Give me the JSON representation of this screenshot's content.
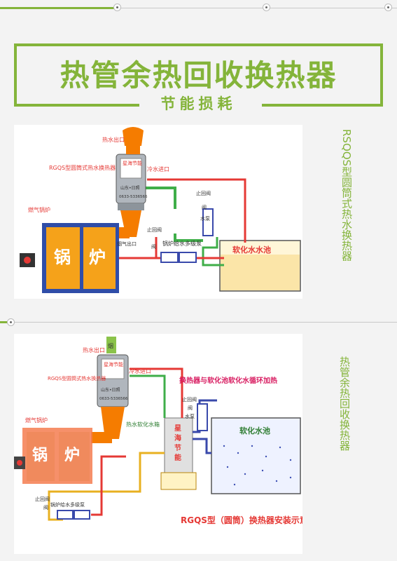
{
  "header": {
    "title": "热管余热回收换热器",
    "subtitle": "节能损耗"
  },
  "colors": {
    "accent": "#84b43a",
    "hot_pipe": "#e53935",
    "cold_pipe": "#3fae49",
    "boiler": "#f5a21a",
    "boiler_frame": "#2f4da8",
    "flue": "#f57c00"
  },
  "diagram1": {
    "side_label": "RSQQS型圆筒式热水换热器",
    "labels": {
      "hot_water_outlet": "热水出口",
      "exchanger": "RGQS型圆筒式热水换热器",
      "brand": "星海节能",
      "city": "山东•日照",
      "phone": "0633-5336566",
      "cold_water_inlet": "冷水进口",
      "gas_boiler": "燃气锅炉",
      "boiler_left": "锅",
      "boiler_right": "炉",
      "stop_valve_a": "止回阀",
      "valve_a": "阀",
      "water_pump": "水泵",
      "stop_valve_b": "止回阀",
      "valve_b": "阀",
      "feed_pump": "锅炉给水多级泵",
      "soft_water_pool": "软化水水池",
      "flue_label": "烟气出口"
    }
  },
  "diagram2": {
    "side_label": "热管余热回收换热器",
    "labels": {
      "flue_top": "烟",
      "hot_water_outlet": "热水出口",
      "exchanger": "RGQS型圆筒式热水换热器",
      "brand": "星海节能",
      "city": "山东•日照",
      "phone": "0633-5336566",
      "cold_water_inlet": "冷水进口",
      "cycle_note": "换热器与软化池软化水循环加热",
      "gas_boiler": "燃气锅炉",
      "boiler_left": "锅",
      "boiler_right": "炉",
      "hot_soft_tank": "热水软化水箱",
      "tank_brand_1": "星",
      "tank_brand_2": "海",
      "tank_brand_3": "节",
      "tank_brand_4": "能",
      "stop_valve_a": "止回阀",
      "valve_a": "阀",
      "water_pump": "水泵",
      "soft_water_pool": "软化水池",
      "stop_valve_b": "止回阀",
      "valve_b": "阀",
      "feed_pump": "锅炉给水多级泵",
      "caption": "RGQS型（圆筒）换热器安装示意图"
    }
  }
}
